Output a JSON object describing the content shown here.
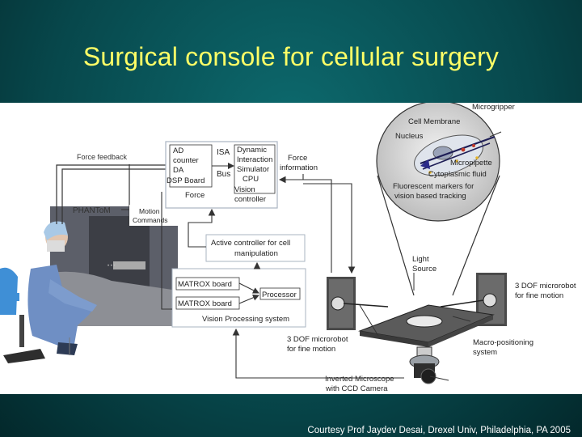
{
  "slide": {
    "title": "Surgical console for cellular surgery",
    "footer": "Courtesy Prof Jaydev Desai, Drexel Univ, Philadelphia, PA 2005"
  },
  "diagram": {
    "force_feedback": "Force feedback",
    "phantom": "PHANToM",
    "motion_commands": [
      "Motion",
      "Commands"
    ],
    "dsp_box": [
      "AD",
      "counter",
      "DA",
      "DSP Board"
    ],
    "isa": "ISA",
    "bus": "Bus",
    "force": "Force",
    "dynamic_sim": [
      "Dynamic",
      "Interaction",
      "Simulator",
      "CPU"
    ],
    "vision_controller": [
      "Vision",
      "controller"
    ],
    "force_information": [
      "Force",
      "information"
    ],
    "active_controller": [
      "Active controller for cell",
      "manipulation"
    ],
    "matrox_1": "MATROX board",
    "matrox_2": "MATROX board",
    "processor": "Processor",
    "vision_processing": "Vision Processing system",
    "light_source": [
      "Light",
      "Source"
    ],
    "microrobot_right": [
      "3 DOF microrobot",
      "for fine motion"
    ],
    "microrobot_left": [
      "3 DOF microrobot",
      "for fine motion"
    ],
    "macro_positioning": [
      "Macro-positioning",
      "system"
    ],
    "inverted_microscope": [
      "Inverted Microscope",
      "with CCD Camera"
    ],
    "cell_callouts": {
      "microgripper": "Microgripper",
      "cell_membrane": "Cell Membrane",
      "nucleus": "Nucleus",
      "micropipette": "Micropipette",
      "cytoplasmic_fluid": "Cytoplasmic fluid",
      "markers": [
        "Fluorescent markers for",
        "vision based tracking"
      ]
    }
  },
  "colors": {
    "title": "#ffff66",
    "footer": "#ffffff",
    "line": "#333333"
  }
}
